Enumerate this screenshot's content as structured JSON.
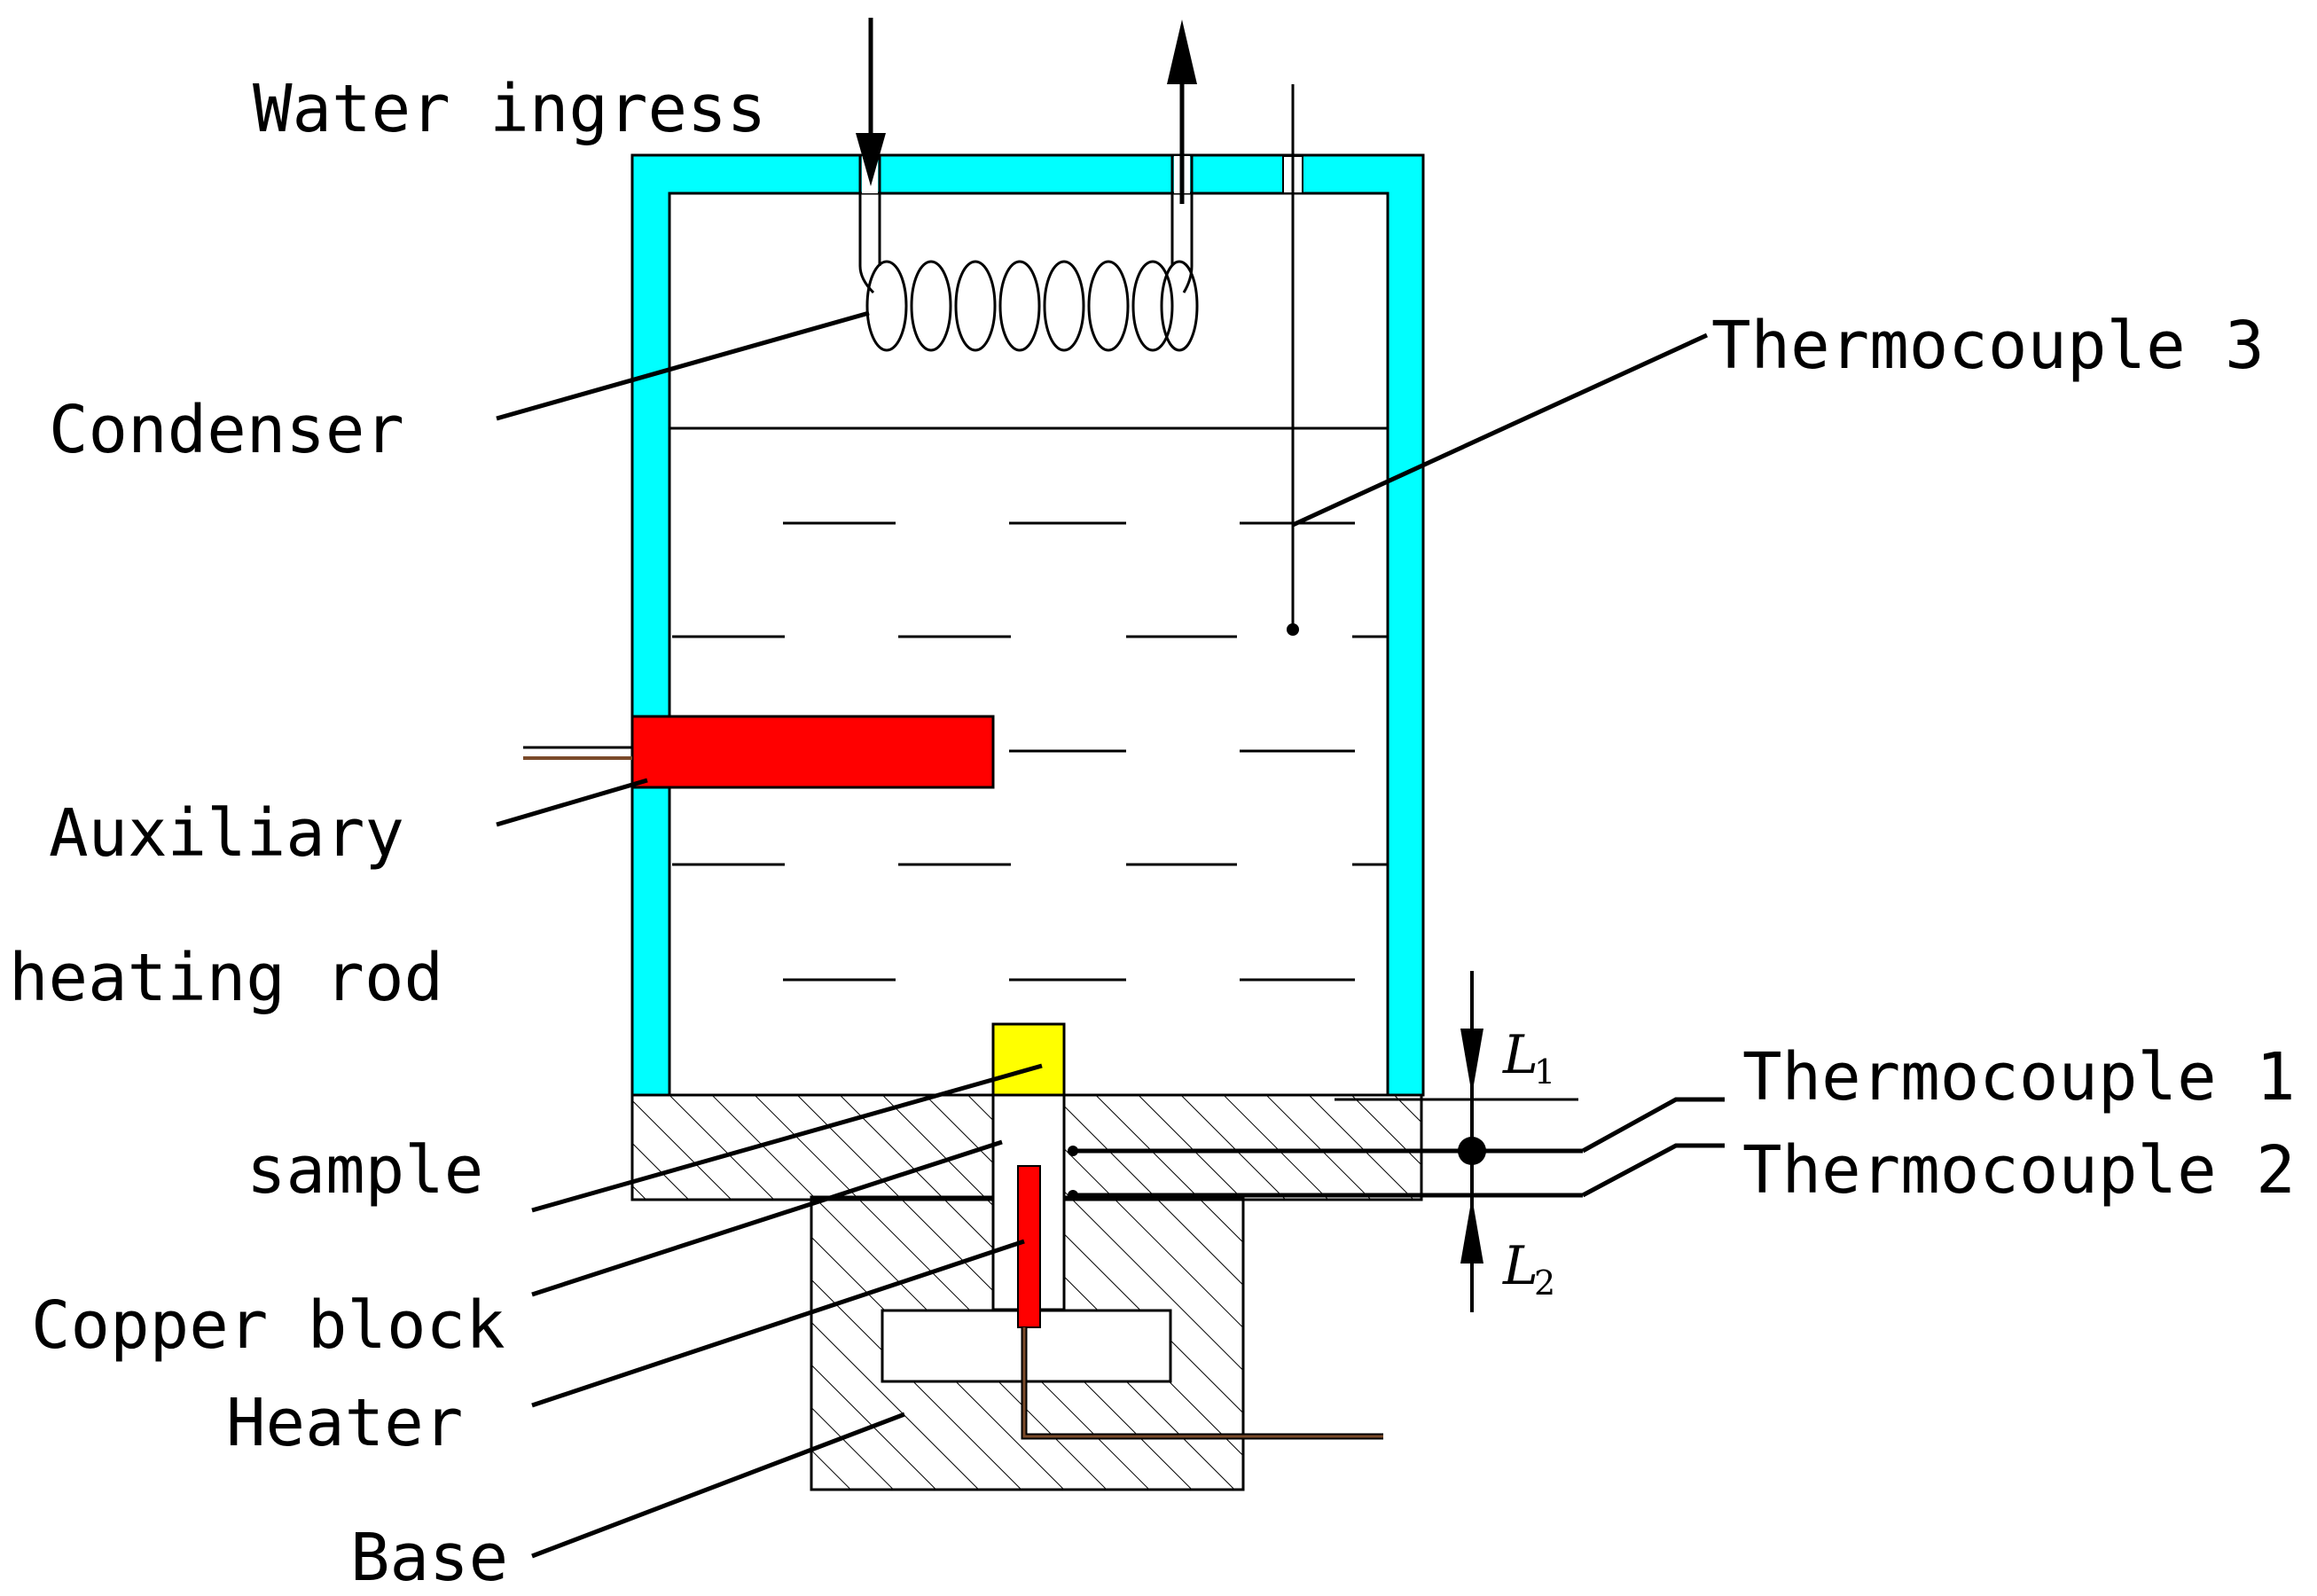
{
  "labels": {
    "water_ingress": "Water ingress",
    "condenser": "Condenser",
    "auxiliary_line1": "Auxiliary",
    "auxiliary_line2": "heating rod",
    "sample": "sample",
    "copper_block": "Copper block",
    "heater": "Heater",
    "base": "Base",
    "thermocouple_3": "Thermocouple 3",
    "thermocouple_1": "Thermocouple 1",
    "thermocouple_2": "Thermocouple 2",
    "l1_symbol": "L",
    "l1_sub": "1",
    "l2_symbol": "L",
    "l2_sub": "2"
  },
  "colors": {
    "vessel_wall": "#00FFFF",
    "heater": "#FF0000",
    "sample": "#FFFF00",
    "lead_wire": "#7A4A2A",
    "line": "#000000"
  }
}
